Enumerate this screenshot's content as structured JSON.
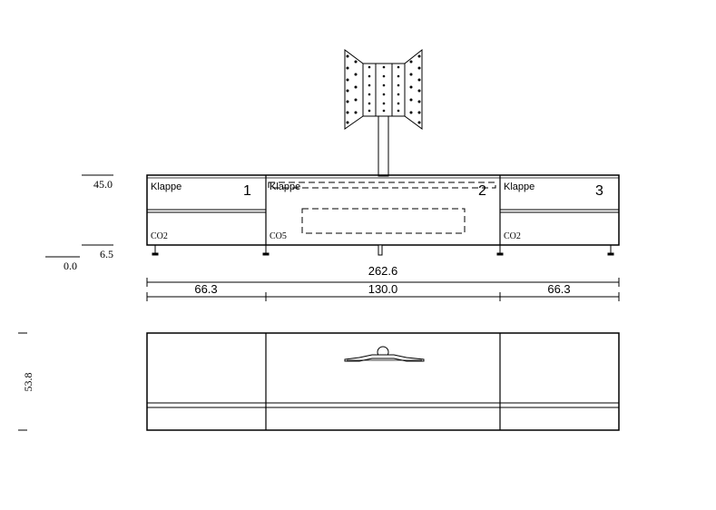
{
  "front_view": {
    "heights": {
      "top": "45.0",
      "base": "6.5",
      "floor": "0.0"
    },
    "modules": [
      {
        "label": "Klappe",
        "number": "1",
        "code": "CO2"
      },
      {
        "label": "Klappe",
        "number": "2",
        "code": "CO5"
      },
      {
        "label": "Klappe",
        "number": "3",
        "code": "CO2"
      }
    ],
    "dimensions": {
      "total": "262.6",
      "widths": [
        "66.3",
        "130.0",
        "66.3"
      ]
    }
  },
  "top_view": {
    "depth": "53.8"
  }
}
